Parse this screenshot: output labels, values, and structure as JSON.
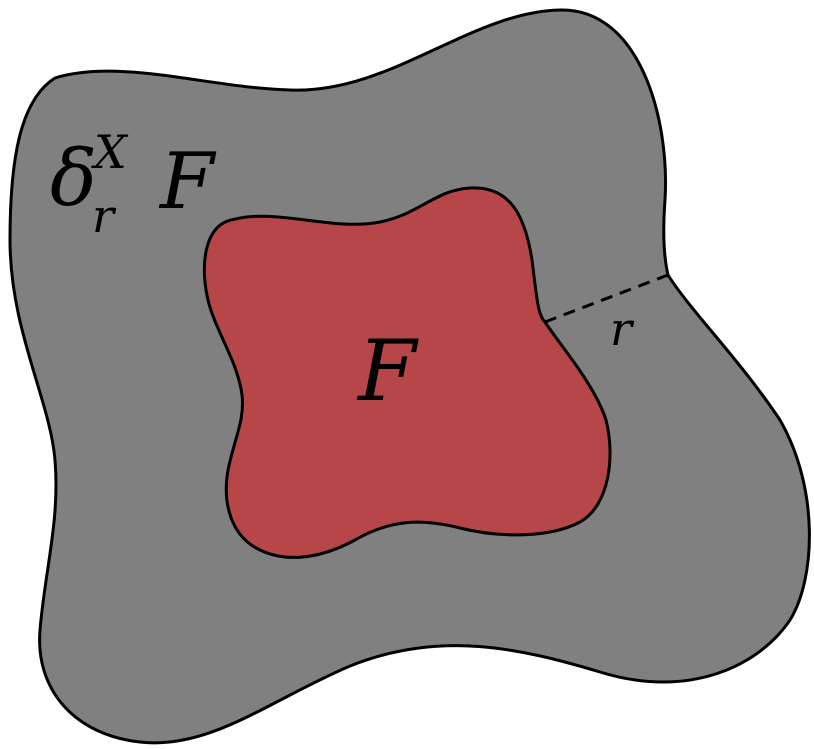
{
  "colors": {
    "outer_fill": "#808080",
    "inner_fill": "#b74648",
    "stroke": "#000000",
    "background": "#ffffff"
  },
  "labels": {
    "outer_symbol": "δ",
    "outer_superscript": "X",
    "outer_subscript": "r",
    "outer_set": "F",
    "inner_set": "F",
    "radius": "r"
  }
}
